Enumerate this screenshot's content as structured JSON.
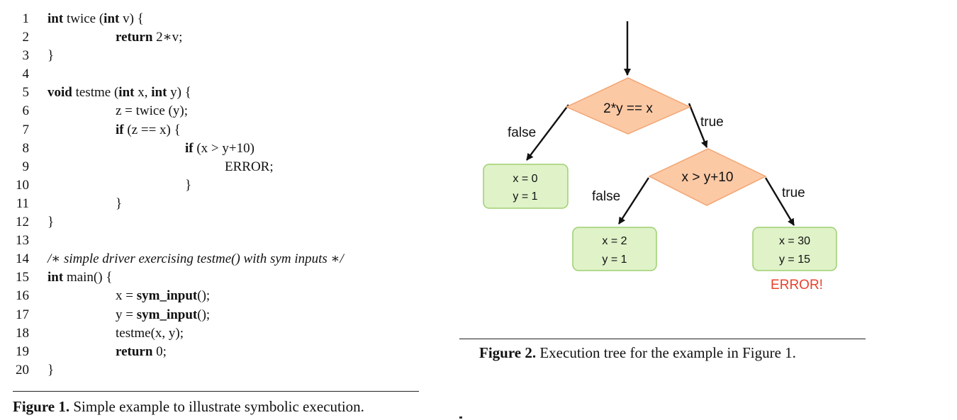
{
  "code_lines": [
    {
      "num": "1",
      "text": "int twice (int v) {"
    },
    {
      "num": "2",
      "text": "return 2∗v;"
    },
    {
      "num": "3",
      "text": "}"
    },
    {
      "num": "4",
      "text": ""
    },
    {
      "num": "5",
      "text": "void testme (int x, int y) {"
    },
    {
      "num": "6",
      "text": "z = twice (y);"
    },
    {
      "num": "7",
      "text": "if (z == x) {"
    },
    {
      "num": "8",
      "text": "if (x > y+10)"
    },
    {
      "num": "9",
      "text": "ERROR;"
    },
    {
      "num": "10",
      "text": "}"
    },
    {
      "num": "11",
      "text": "}"
    },
    {
      "num": "12",
      "text": "}"
    },
    {
      "num": "13",
      "text": ""
    },
    {
      "num": "14",
      "text": "/∗ simple driver exercising testme() with sym inputs ∗/"
    },
    {
      "num": "15",
      "text": "int main() {"
    },
    {
      "num": "16",
      "text": "x = sym_input();"
    },
    {
      "num": "17",
      "text": "y = sym_input();"
    },
    {
      "num": "18",
      "text": "testme(x, y);"
    },
    {
      "num": "19",
      "text": "return 0;"
    },
    {
      "num": "20",
      "text": "}"
    }
  ],
  "figure1": {
    "label": "Figure 1.",
    "text": "Simple example to illustrate symbolic execution."
  },
  "figure2": {
    "label": "Figure 2.",
    "text": "Execution tree for the example in Figure 1."
  },
  "tree": {
    "decision_nodes": [
      "2*y == x",
      "x > y+10"
    ],
    "edge_labels": {
      "d1_false": "false",
      "d1_true": "true",
      "d2_false": "false",
      "d2_true": "true"
    },
    "leaves": [
      {
        "x": "x = 0",
        "y": "y = 1"
      },
      {
        "x": "x = 2",
        "y": "y = 1"
      },
      {
        "x": "x = 30",
        "y": "y = 15",
        "note": "ERROR!"
      }
    ]
  },
  "colors": {
    "diamond_fill": "#fcc9a5",
    "diamond_stroke": "#f2a572",
    "leaf_fill": "#dff2c8",
    "leaf_stroke": "#9fcf70",
    "error_text": "#e8412c"
  }
}
